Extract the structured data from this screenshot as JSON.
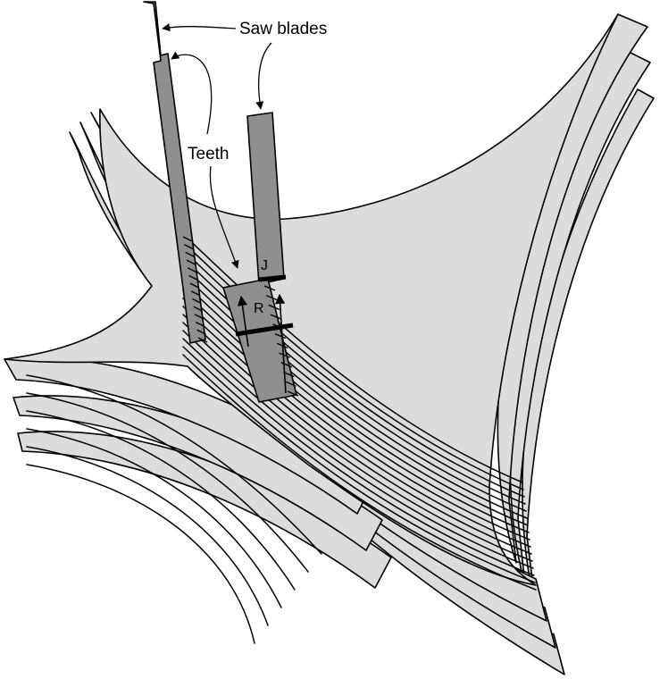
{
  "diagram": {
    "labels": {
      "saw_blades": "Saw blades",
      "teeth": "Teeth",
      "j_marker": "J",
      "r_marker": "R"
    },
    "colors": {
      "sheet_fill": "#dcdcdc",
      "blade_fill": "#8f8f8f",
      "line": "#000000"
    }
  }
}
